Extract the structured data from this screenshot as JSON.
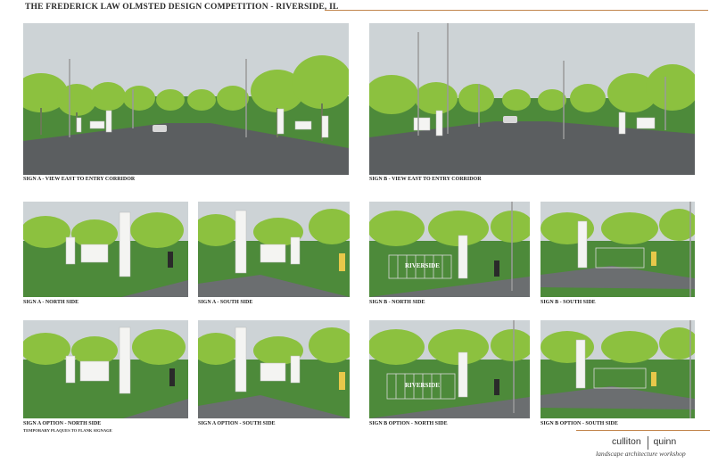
{
  "title": "THE FREDERICK LAW OLMSTED DESIGN COMPETITION - RIVERSIDE, IL",
  "panels": {
    "sign_a_view": {
      "caption": "SIGN A - VIEW EAST TO ENTRY CORRIDOR"
    },
    "sign_b_view": {
      "caption": "SIGN B - VIEW EAST TO ENTRY CORRIDOR"
    },
    "sign_a_north": {
      "caption": "SIGN A - NORTH SIDE"
    },
    "sign_a_south": {
      "caption": "SIGN A - SOUTH SIDE"
    },
    "sign_b_north": {
      "caption": "SIGN B - NORTH SIDE",
      "sign_text": "RIVERSIDE"
    },
    "sign_b_south": {
      "caption": "SIGN B - SOUTH SIDE"
    },
    "sign_a_option_north": {
      "caption": "SIGN A OPTION - NORTH SIDE",
      "note": "TEMPORARY PLAQUES TO FLANK SIGNAGE"
    },
    "sign_a_option_south": {
      "caption": "SIGN A OPTION - SOUTH SIDE"
    },
    "sign_b_option_north": {
      "caption": "SIGN B OPTION - NORTH SIDE",
      "sign_text": "RIVERSIDE"
    },
    "sign_b_option_south": {
      "caption": "SIGN B OPTION - SOUTH SIDE"
    }
  },
  "logo": {
    "name_left": "culliton",
    "name_right": "quinn",
    "subtitle": "landscape architecture workshop"
  },
  "colors": {
    "accent_rule": "#c2864d",
    "grass": "#4d8a3a",
    "foliage": "#8cc13f",
    "sky": "#cdd3d6",
    "pavement": "#5b5e60"
  }
}
